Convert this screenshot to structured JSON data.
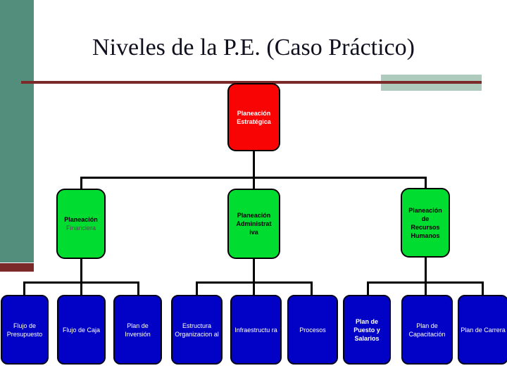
{
  "slide_title": "Niveles de la P.E. (Caso Práctico)",
  "colors": {
    "sidebar_teal": "#538E7C",
    "accent_maroon": "#7C2A29",
    "rule_pale_teal": "#AECBBE",
    "node_red": "#F90404",
    "node_green": "#00DC30",
    "node_blue": "#0202C6",
    "connector_black": "#000000"
  },
  "diagram": {
    "root": {
      "lines": [
        "Planeación",
        "Estratégica"
      ]
    },
    "level2": [
      {
        "title": "Planeación",
        "subtitle": "Financiera"
      },
      {
        "lines": [
          "Planeación",
          "Administrat",
          "iva"
        ]
      },
      {
        "lines": [
          "Planeación",
          "de",
          "Recursos",
          "Humanos"
        ]
      }
    ],
    "level3": [
      {
        "label": "Flujo de Presupuesto"
      },
      {
        "label": "Flujo de Caja"
      },
      {
        "label": "Plan de Inversión"
      },
      {
        "label": "Estructura Organizacion al"
      },
      {
        "label": "Infraestructu ra"
      },
      {
        "label": "Procesos"
      },
      {
        "label": "Plan de Puesto y Salarios"
      },
      {
        "label": "Plan de Capacitación"
      },
      {
        "label": "Plan de Carrera"
      }
    ]
  }
}
